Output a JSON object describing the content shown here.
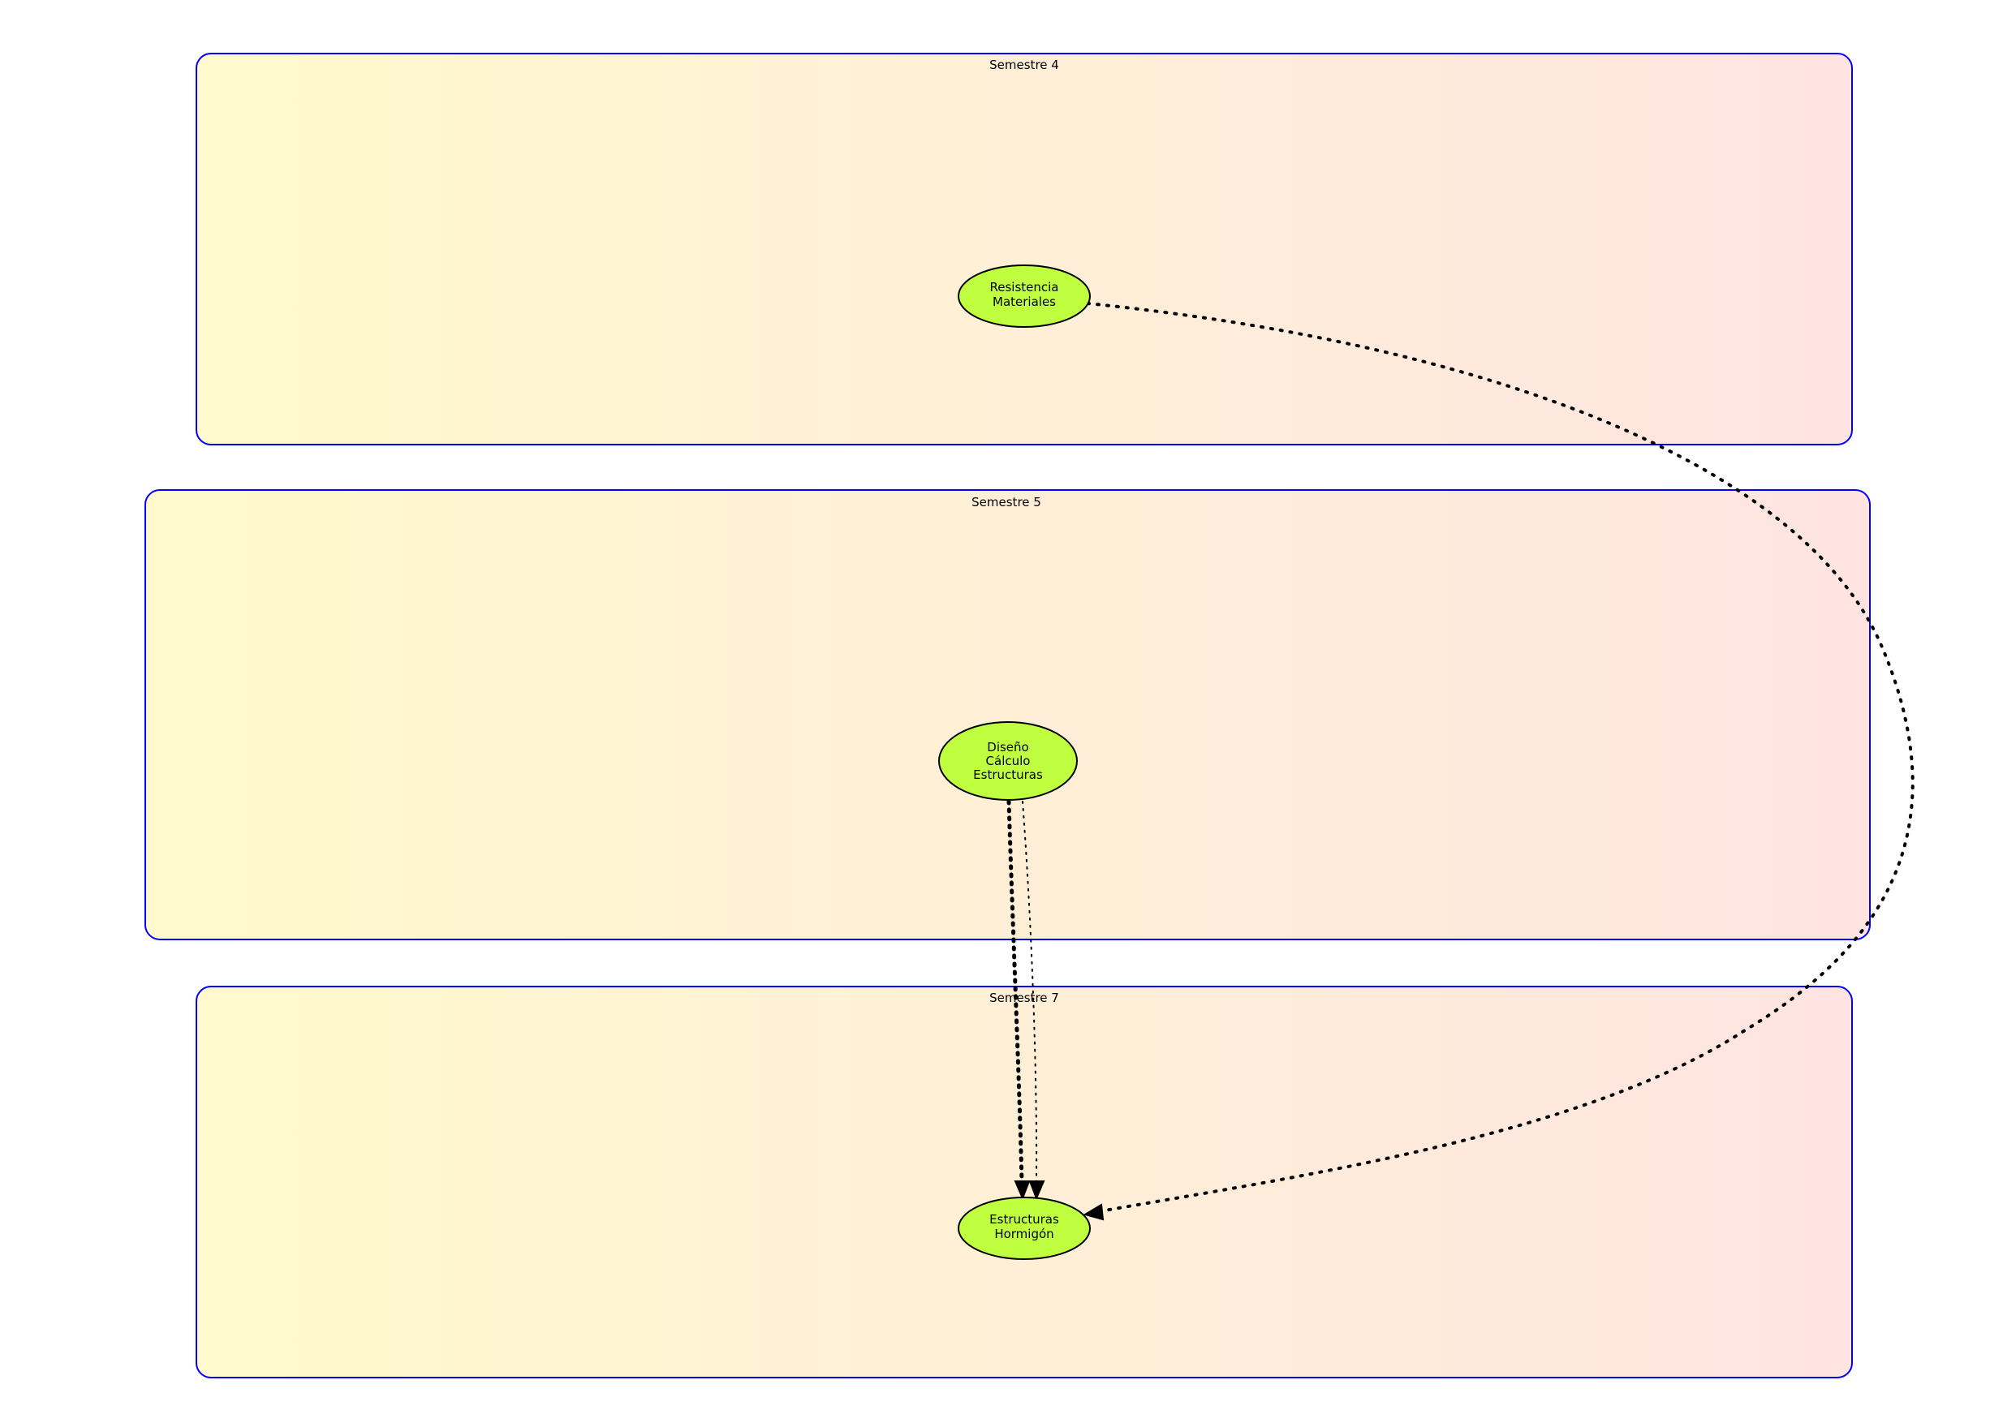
{
  "colors": {
    "cluster_border": "#0000ff",
    "cluster_fill_start": "#fffacd",
    "cluster_fill_end": "#ffe4e1",
    "node_fill": "#bfff3f",
    "node_border": "#000000",
    "edge": "#000000"
  },
  "clusters": [
    {
      "id": "sem4",
      "label": "Semestre 4"
    },
    {
      "id": "sem5",
      "label": "Semestre 5"
    },
    {
      "id": "sem7",
      "label": "Semestre 7"
    }
  ],
  "nodes": [
    {
      "id": "resistencia",
      "lines": [
        "Resistencia",
        "Materiales"
      ]
    },
    {
      "id": "diseno",
      "lines": [
        "Diseño",
        "Cálculo",
        "Estructuras"
      ]
    },
    {
      "id": "hormigon",
      "lines": [
        "Estructuras",
        "Hormigón"
      ]
    }
  ],
  "edges": [
    {
      "from": "resistencia",
      "to": "hormigon",
      "style": "dotted"
    },
    {
      "from": "diseno",
      "to": "hormigon",
      "style": "dotted-bold"
    },
    {
      "from": "diseno",
      "to": "hormigon",
      "style": "dotted-thin"
    }
  ]
}
